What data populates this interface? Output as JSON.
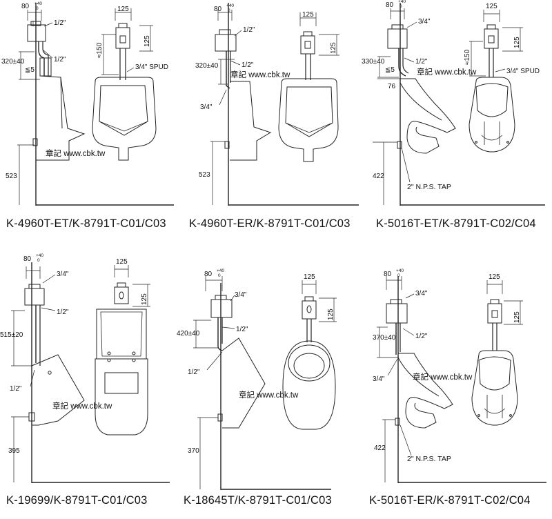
{
  "captions": [
    "K-4960T-ET/K-8791T-C01/C03",
    "K-4960T-ER/K-8791T-C01/C03",
    "K-5016T-ET/K-8791T-C02/C04",
    "K-19699/K-8791T-C01/C03",
    "K-18645T/K-8791T-C01/C03",
    "K-5016T-ER/K-8791T-C02/C04"
  ],
  "watermark": "章記 www.cbk.tw",
  "dims": {
    "offset": "80",
    "tol_plus": "+40",
    "tol_zero": "0",
    "width125": "125",
    "height125": "125",
    "approx150": "≈150",
    "le5": "≦5",
    "d76": "76",
    "h320": "320±40",
    "h330": "330±40",
    "h515": "515±20",
    "h420": "420±40",
    "h370": "370±40",
    "f523": "523",
    "f422": "422",
    "f395": "395",
    "f370": "370"
  },
  "pipes": {
    "half": "1/2\"",
    "threeq": "3/4\"",
    "spud": "3/4\" SPUD",
    "tap": "2\" N.P.S. TAP"
  }
}
